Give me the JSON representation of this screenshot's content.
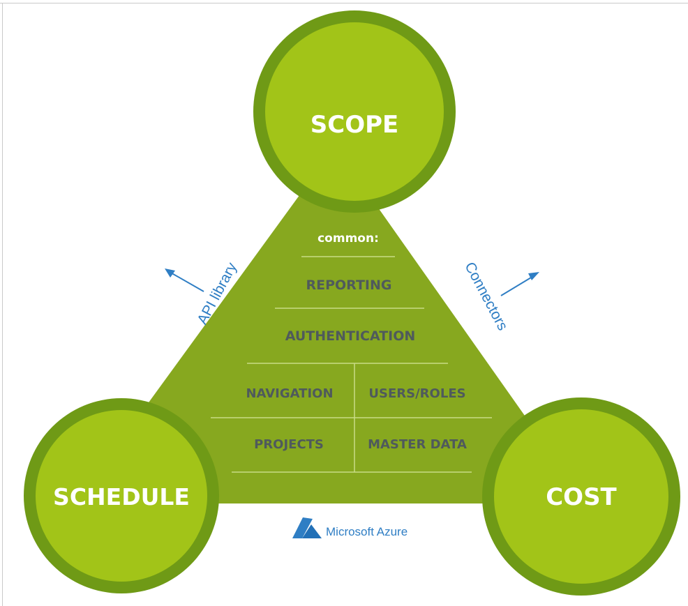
{
  "diagram": {
    "circles": {
      "top": "SCOPE",
      "bottom_left": "SCHEDULE",
      "bottom_right": "COST"
    },
    "triangle": {
      "heading": "common:",
      "rows": [
        {
          "cells": [
            "REPORTING"
          ]
        },
        {
          "cells": [
            "AUTHENTICATION"
          ]
        },
        {
          "cells": [
            "NAVIGATION",
            "USERS/ROLES"
          ]
        },
        {
          "cells": [
            "PROJECTS",
            "MASTER DATA"
          ]
        }
      ]
    },
    "side_labels": {
      "left": "API library",
      "right": "Connectors"
    },
    "footer_logo": {
      "text": "Microsoft Azure",
      "icon": "azure-logo-icon"
    },
    "colors": {
      "circle_outer": "#6f9a16",
      "circle_inner": "#a2c418",
      "triangle": "#87a81f",
      "divider": "#c9dc86",
      "cell_text": "#4f5a5c",
      "accent_blue": "#2f7ec4"
    }
  }
}
